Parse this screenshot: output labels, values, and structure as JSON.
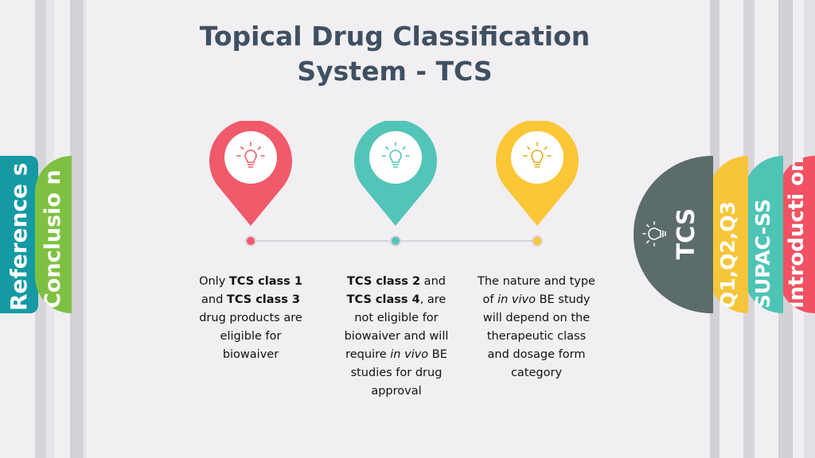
{
  "slide": {
    "title_line1": "Topical Drug Classification",
    "title_line2": "System - TCS"
  },
  "left_tabs": [
    {
      "label": "Reference s",
      "color": "#159aa4"
    },
    {
      "label": "Conclusio n",
      "color": "#7ec142"
    }
  ],
  "right_tabs": [
    {
      "label": "TCS",
      "color": "#5c6b6b"
    },
    {
      "label": "Q1,Q2,Q3",
      "color": "#f7c53a"
    },
    {
      "label": "SUPAC-SS",
      "color": "#4ec4b5"
    },
    {
      "label": "Introducti on",
      "color": "#f05263"
    }
  ],
  "steps": [
    {
      "color": "#f05a6a",
      "icon": "lightbulb-icon",
      "parts": [
        "Only ",
        "TCS class 1",
        " and ",
        "TCS class 3",
        " drug products are eligible for biowaiver"
      ]
    },
    {
      "color": "#52c5b8",
      "icon": "lightbulb-icon",
      "parts": [
        "TCS class 2",
        " and ",
        "TCS class 4",
        ", are not eligible for biowaiver and will require ",
        "in vivo",
        " BE studies for drug approval"
      ]
    },
    {
      "color": "#fbc737",
      "icon": "lightbulb-icon",
      "parts": [
        "The nature and type of ",
        "in vivo",
        " BE study will depend on the therapeutic class and dosage form category"
      ]
    }
  ]
}
